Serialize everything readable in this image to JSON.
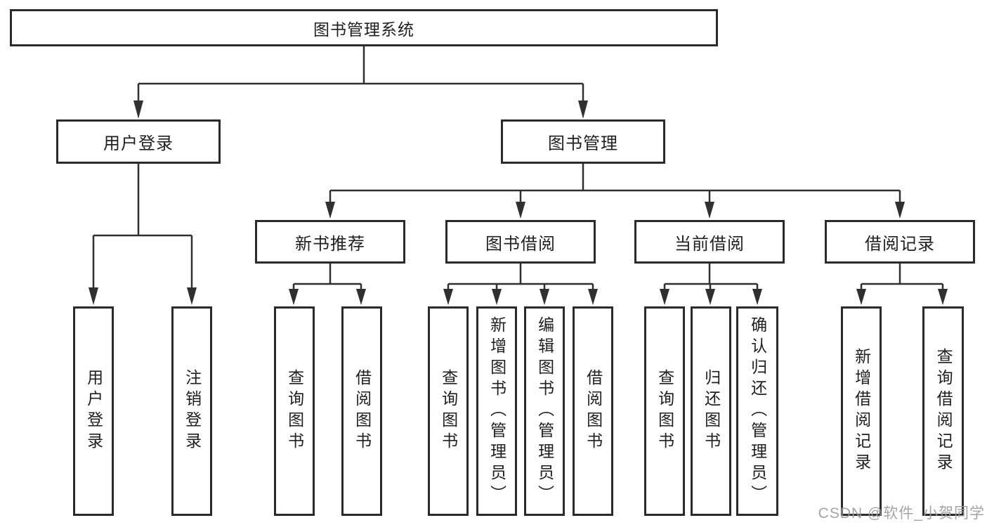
{
  "diagram": {
    "title": "图书管理系统",
    "level2": [
      {
        "id": "user-login",
        "label": "用户登录",
        "parent": "图书管理系统"
      },
      {
        "id": "book-management",
        "label": "图书管理",
        "parent": "图书管理系统"
      }
    ],
    "level3": [
      {
        "id": "new-book-recommend",
        "label": "新书推荐",
        "parent": "图书管理"
      },
      {
        "id": "book-borrow",
        "label": "图书借阅",
        "parent": "图书管理"
      },
      {
        "id": "current-borrow",
        "label": "当前借阅",
        "parent": "图书管理"
      },
      {
        "id": "borrow-records",
        "label": "借阅记录",
        "parent": "图书管理"
      }
    ],
    "level4": [
      {
        "id": "user-login-leaf",
        "label": "用户登录",
        "parent": "用户登录"
      },
      {
        "id": "logout",
        "label": "注销登录",
        "parent": "用户登录"
      },
      {
        "id": "query-books-recommend",
        "label": "查询图书",
        "parent": "新书推荐"
      },
      {
        "id": "borrow-books-recommend",
        "label": "借阅图书",
        "parent": "新书推荐"
      },
      {
        "id": "query-books-borrow",
        "label": "查询图书",
        "parent": "图书借阅"
      },
      {
        "id": "add-books-admin",
        "label": "新增图书（管理员）",
        "parent": "图书借阅"
      },
      {
        "id": "edit-books-admin",
        "label": "编辑图书（管理员）",
        "parent": "图书借阅"
      },
      {
        "id": "borrow-books-borrow",
        "label": "借阅图书",
        "parent": "图书借阅"
      },
      {
        "id": "query-books-current",
        "label": "查询图书",
        "parent": "当前借阅"
      },
      {
        "id": "return-books",
        "label": "归还图书",
        "parent": "当前借阅"
      },
      {
        "id": "confirm-return-admin",
        "label": "确认归还（管理员）",
        "parent": "当前借阅"
      },
      {
        "id": "add-borrow-record",
        "label": "新增借阅记录",
        "parent": "借阅记录"
      },
      {
        "id": "query-borrow-record",
        "label": "查询借阅记录",
        "parent": "借阅记录"
      }
    ],
    "colors": {
      "line": "#303030",
      "box_border": "#2b2b2b",
      "text": "#1f1f1f",
      "background": "#ffffff"
    }
  },
  "watermark": {
    "text": "CSDN @软件_小贺同学",
    "color": "#9b9b9b"
  }
}
